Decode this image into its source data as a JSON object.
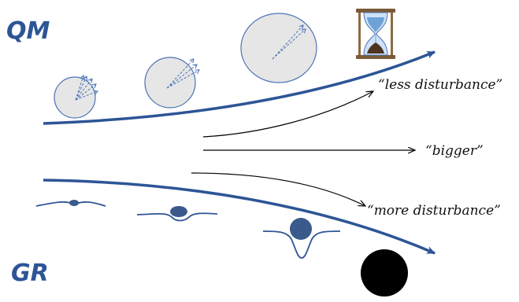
{
  "labels": {
    "qm": "QM",
    "gr": "GR",
    "less": "“less disturbance”",
    "bigger": "“bigger”",
    "more": "“more disturbance”"
  },
  "colors": {
    "accent": "#2d5596",
    "circle_fill": "#e6e6e6",
    "circle_stroke": "#4a73b4",
    "dash": "#4a73b4",
    "mass": "#3a5a8c",
    "black": "#000000",
    "glass": "#8bb4e0",
    "frame": "#7a5a38"
  },
  "icons": {
    "hourglass": "hourglass-icon"
  }
}
